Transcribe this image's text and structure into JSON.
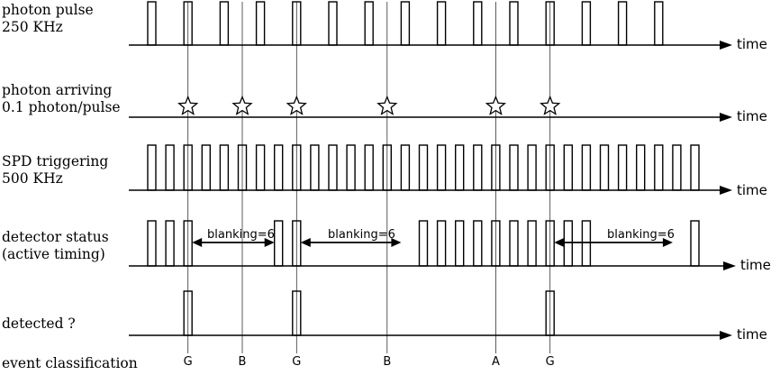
{
  "rows": [
    {
      "id": "pulse",
      "line1": "photon pulse",
      "line2": "250 KHz"
    },
    {
      "id": "arrive",
      "line1": "photon arriving",
      "line2": "0.1 photon/pulse"
    },
    {
      "id": "spd",
      "line1": "SPD triggering",
      "line2": "500 KHz"
    },
    {
      "id": "status",
      "line1": "detector status",
      "line2": "(active timing)"
    },
    {
      "id": "detected",
      "line1": "detected ?"
    },
    {
      "id": "classification",
      "line1": "event classification"
    }
  ],
  "axis_label": "time",
  "blanking_label": "blanking=6",
  "gates_total": 31,
  "pulse_gates": [
    0,
    2,
    4,
    6,
    8,
    10,
    12,
    14,
    16,
    18,
    20,
    22,
    24,
    26,
    28
  ],
  "arrival_gates": [
    2,
    5,
    8,
    13,
    19,
    22
  ],
  "status_active_gates": [
    0,
    1,
    2,
    7,
    8,
    15,
    16,
    17,
    18,
    19,
    20,
    21,
    22,
    23,
    24,
    30
  ],
  "detected_gates": [
    2,
    8,
    22
  ],
  "blanking_spans": [
    [
      2,
      7
    ],
    [
      8,
      14
    ],
    [
      22,
      29
    ]
  ],
  "events": [
    {
      "gate": 2,
      "label": "G"
    },
    {
      "gate": 5,
      "label": "B"
    },
    {
      "gate": 8,
      "label": "G"
    },
    {
      "gate": 13,
      "label": "B"
    },
    {
      "gate": 19,
      "label": "A"
    },
    {
      "gate": 22,
      "label": "G"
    }
  ]
}
